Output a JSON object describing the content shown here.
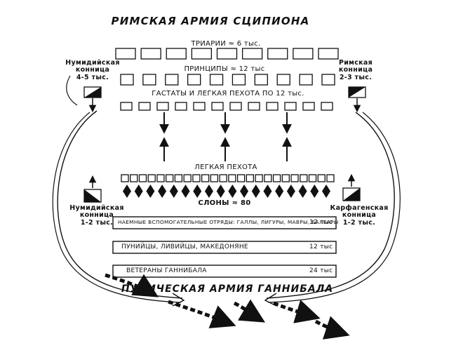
{
  "title": "РИМСКАЯ АРМИЯ СЦИПИОНА",
  "bottom_title": "ПУНИЧЕСКАЯ АРМИЯ ГАННИБАЛА",
  "roman": {
    "triarii_label": "ТРИАРИИ ≈ 6 тыс.",
    "principes_label": "ПРИНЦИПЫ ≈ 12 тыс",
    "hastati_label": "ГАСТАТЫ И ЛЕГКАЯ ПЕХОТА ПО 12 тыс.",
    "triarii_count": 9,
    "principes_count": 10,
    "hastati_count": 12
  },
  "cavalry": {
    "numidian_roman": "Нумидийская\nконница\n4-5 тыс.",
    "roman": "Римская\nконница\n2-3 тыс.",
    "numidian_punic": "Нумидийская\nконница\n1-2 тыс.",
    "carthaginian": "Карфагенская\nконница\n1-2 тыс."
  },
  "punic": {
    "light_infantry_label": "ЛЕГКАЯ ПЕХОТА",
    "elephants_label": "СЛОНЫ ≈ 80",
    "light_infantry_count": 24,
    "elephants_count": 18,
    "lines": [
      {
        "label": "НАЕМНЫЕ ВСПОМОГАТЕЛЬНЫЕ ОТРЯДЫ: ГАЛЛЫ, ЛИГУРЫ, МАВРЫ, БАЛЕАРЫ",
        "count": "12 тыс"
      },
      {
        "label": "ПУНИЙЦЫ, ЛИВИЙЦЫ, МАКЕДОНЯНЕ",
        "count": "12 тыс"
      },
      {
        "label": "ВЕТЕРАНЫ ГАННИБАЛА",
        "count": "24 тыс"
      }
    ]
  }
}
